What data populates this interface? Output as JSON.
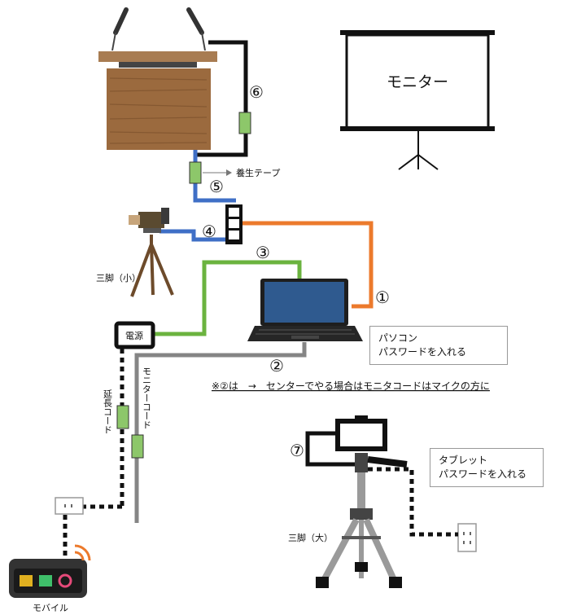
{
  "labels": {
    "monitor": "モニター",
    "tape": "養生テープ",
    "tripod_small": "三脚（小）",
    "tripod_large": "三脚（大）",
    "power": "電源",
    "ext_cord": "延長コード",
    "monitor_cord": "モニターコード",
    "mobile": "モバイル",
    "note": "※②は　→　センターでやる場合はモニタコードはマイクの方に"
  },
  "pc_box": {
    "line1": "パソコン",
    "line2": "パスワードを入れる"
  },
  "tablet_box": {
    "line1": "タブレット",
    "line2": "パスワードを入れる"
  },
  "numbers": [
    "①",
    "②",
    "③",
    "④",
    "⑤",
    "⑥",
    "⑦"
  ],
  "colors": {
    "black": "#111111",
    "blue": "#3f6fc6",
    "orange": "#ec7a2c",
    "green": "#6bb33f",
    "gray": "#858585",
    "wood": "#9b6a3e",
    "tape": "#8dc76a"
  }
}
